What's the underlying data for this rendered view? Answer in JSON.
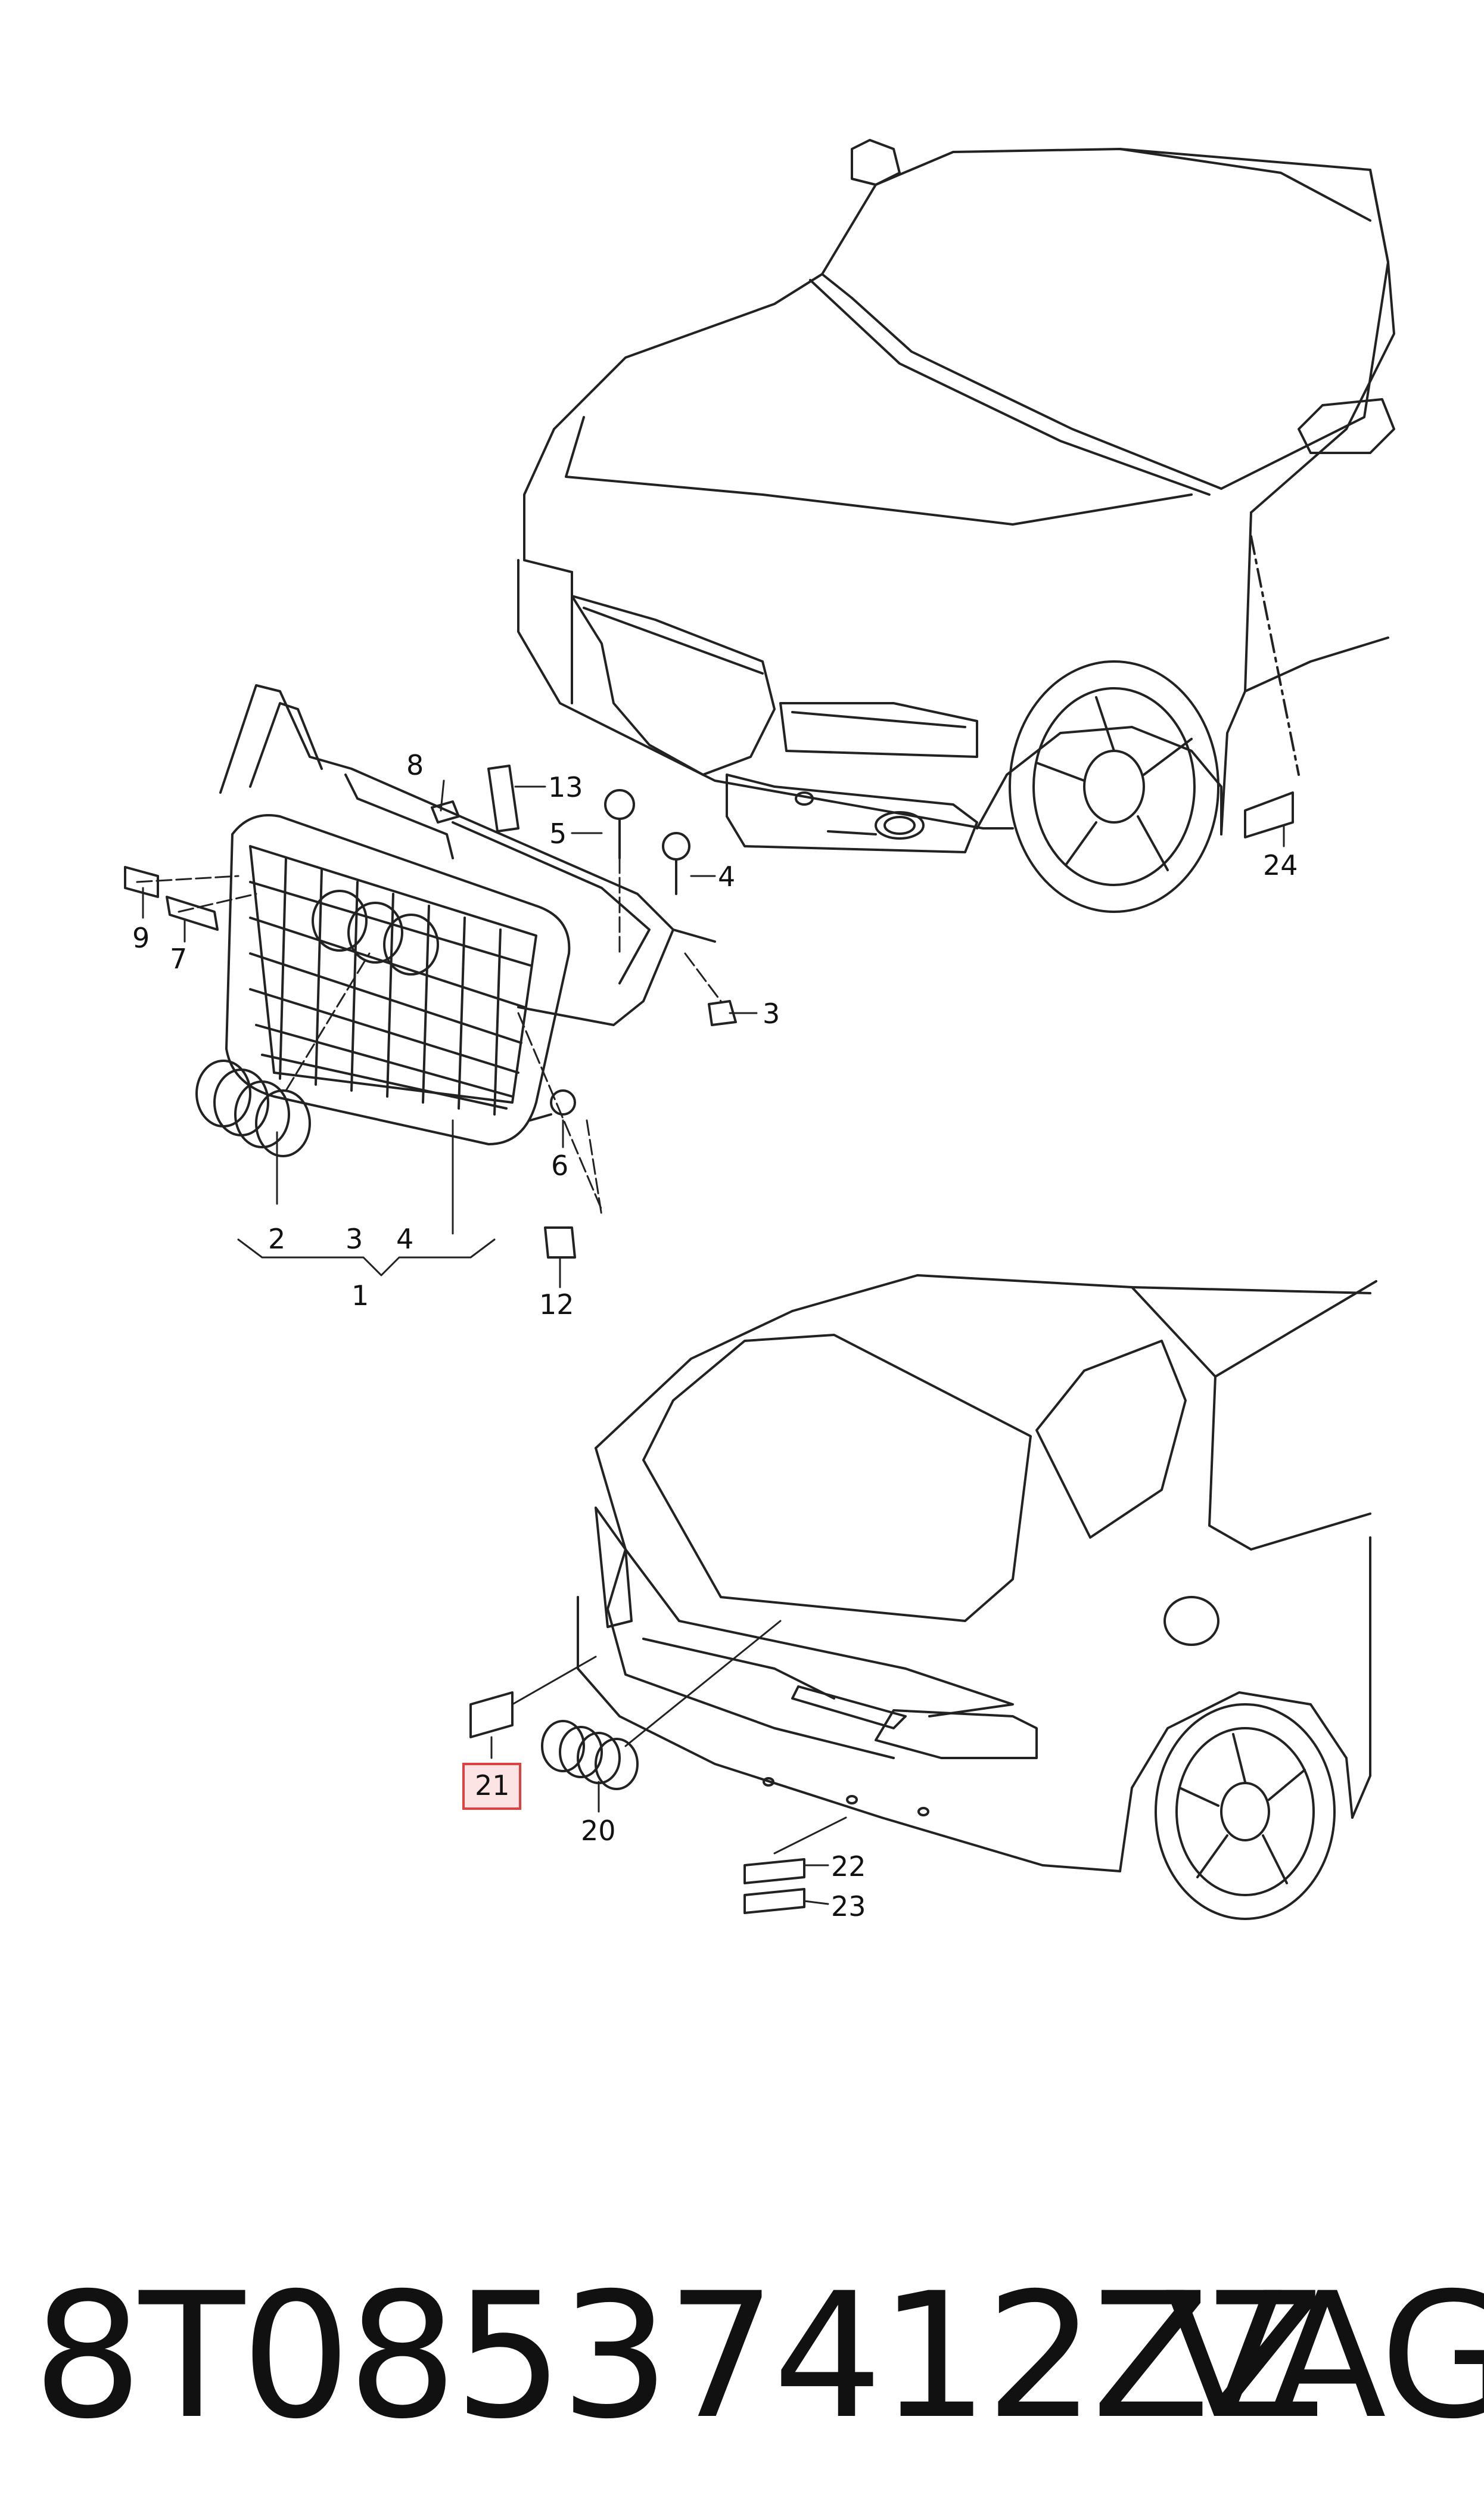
{
  "diagram": {
    "callouts": [
      {
        "id": "c1",
        "text": "1"
      },
      {
        "id": "c2",
        "text": "2"
      },
      {
        "id": "c3a",
        "text": "3"
      },
      {
        "id": "c4a",
        "text": "4"
      },
      {
        "id": "c3",
        "text": "3"
      },
      {
        "id": "c4",
        "text": "4"
      },
      {
        "id": "c5",
        "text": "5"
      },
      {
        "id": "c6",
        "text": "6"
      },
      {
        "id": "c7",
        "text": "7"
      },
      {
        "id": "c8",
        "text": "8"
      },
      {
        "id": "c9",
        "text": "9"
      },
      {
        "id": "c12",
        "text": "12"
      },
      {
        "id": "c13",
        "text": "13"
      },
      {
        "id": "c20",
        "text": "20"
      },
      {
        "id": "c21",
        "text": "21"
      },
      {
        "id": "c22",
        "text": "22"
      },
      {
        "id": "c23",
        "text": "23"
      },
      {
        "id": "c24",
        "text": "24"
      }
    ],
    "highlight_callout": "21",
    "highlight_color": "#e04040"
  },
  "caption": {
    "part_number": "8T0853741 2ZZ",
    "brand": "VAG"
  }
}
